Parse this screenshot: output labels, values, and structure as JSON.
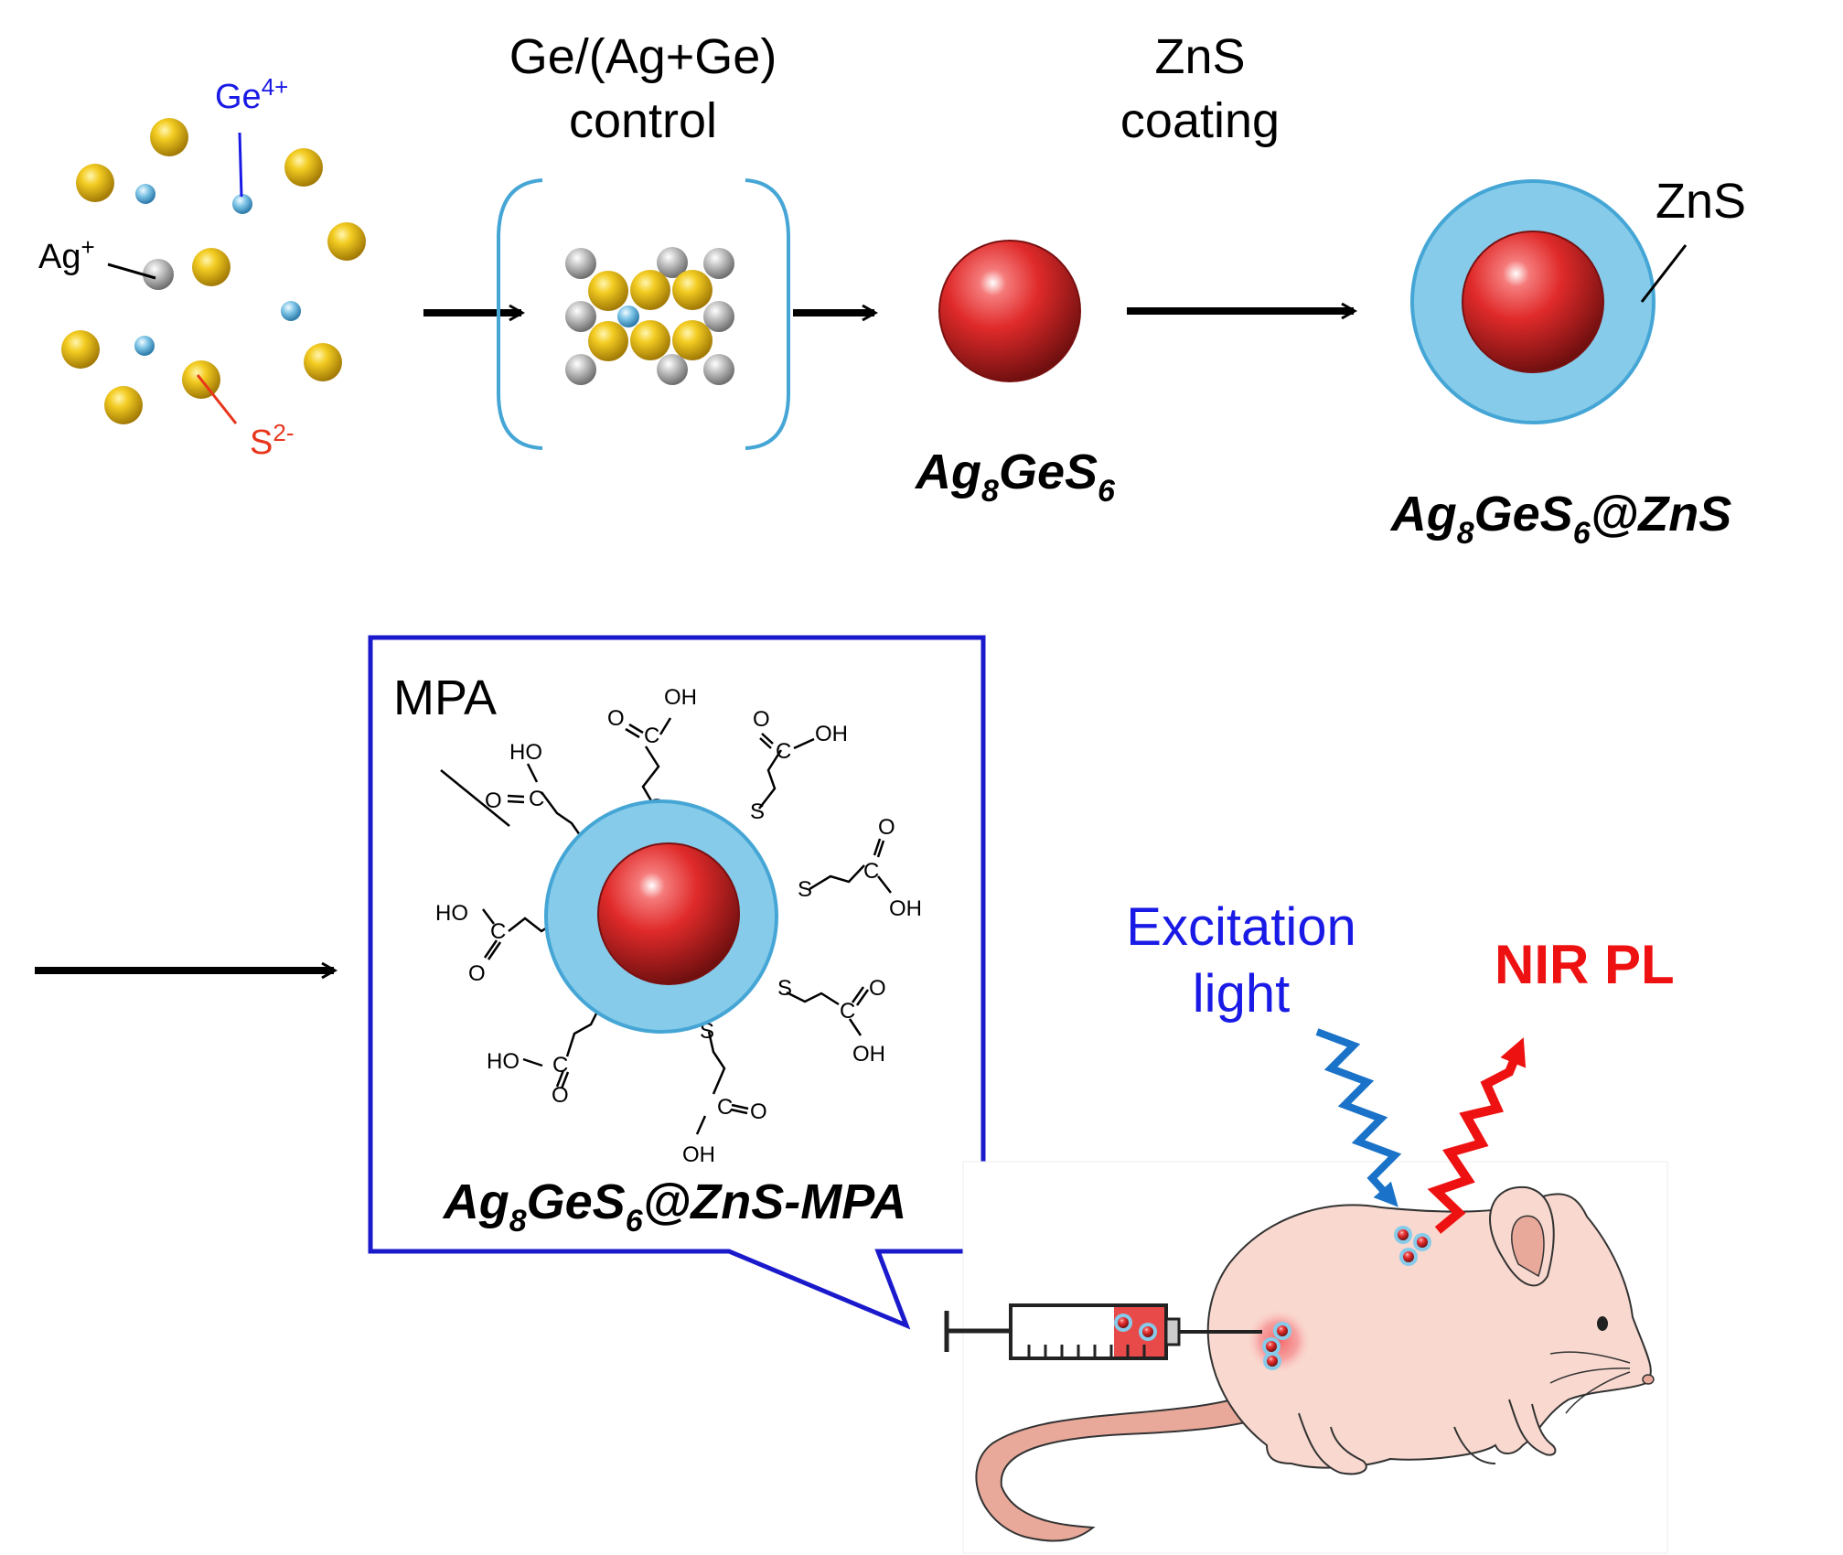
{
  "ions": {
    "ge": {
      "label": "Ge",
      "charge": "4+"
    },
    "ag": {
      "label": "Ag",
      "charge": "+"
    },
    "s": {
      "label": "S",
      "charge": "2-"
    }
  },
  "steps": {
    "control_line1": "Ge/(Ag+Ge)",
    "control_line2": "control",
    "coating_line1": "ZnS",
    "coating_line2": "coating"
  },
  "shell_label": "ZnS",
  "products": {
    "core": {
      "p1": "Ag",
      "s1": "8",
      "p2": "GeS",
      "s2": "6",
      "p3": ""
    },
    "coated": {
      "p1": "Ag",
      "s1": "8",
      "p2": "GeS",
      "s2": "6",
      "p3": "@ZnS"
    },
    "mpa": {
      "p1": "Ag",
      "s1": "8",
      "p2": "GeS",
      "s2": "6",
      "p3": "@ZnS-MPA"
    }
  },
  "mpa_label": "MPA",
  "chem": {
    "s": "S",
    "c": "C",
    "o": "O",
    "oh": "OH",
    "ho": "HO"
  },
  "excitation_line1": "Excitation",
  "excitation_line2": "light",
  "nir_label": "NIR PL",
  "colors": {
    "ge_label": "#1a1ae6",
    "s_label": "#e8361d",
    "excitation": "#1a1ae6",
    "nir": "#ee1111",
    "shell": "#86cbea",
    "shell_border": "#45a6d6",
    "core": "#e02a2a",
    "gold": "#f0c21b",
    "box_border": "#1a1acc",
    "mouse": "#f9d9cf",
    "tail": "#e9a99a"
  },
  "icons": {
    "ge_ion": "small-blue-sphere",
    "ag_ion": "grey-sphere",
    "s_ion": "gold-sphere",
    "core": "red-sphere",
    "mouse": "mouse-illustration",
    "syringe": "syringe"
  }
}
